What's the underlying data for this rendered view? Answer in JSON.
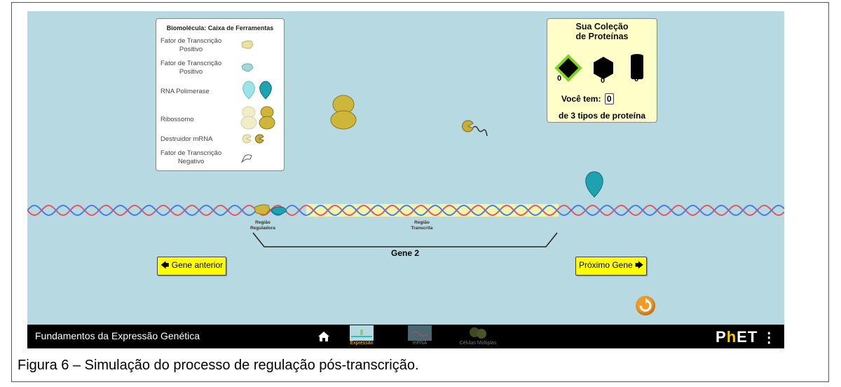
{
  "toolbox": {
    "title": "Biomolécula: Caixa de Ferramentas",
    "items": [
      {
        "label": "Fator de Transcrição\nPositivo"
      },
      {
        "label": "Fator de Transcrição\nPositivo"
      },
      {
        "label": "RNA Polimerase"
      },
      {
        "label": "Ribossomo"
      },
      {
        "label": "Destruidor mRNA"
      },
      {
        "label": "Fator de Transcrição\nNegativo"
      }
    ]
  },
  "collection": {
    "title": "Sua Coleção\nde Proteínas",
    "counts": [
      "0",
      "0",
      "0"
    ],
    "you_have_label": "Você tem:",
    "you_have_value": "0",
    "of_types": "de 3 tipos de proteína"
  },
  "dna": {
    "regulatory_region": "Região\nReguladora",
    "transcribed_region": "Região\nTranscrita",
    "gene_label": "Gene 2"
  },
  "buttons": {
    "previous_gene": "Gene anterior",
    "next_gene": "Próximo Gene"
  },
  "navbar": {
    "title": "Fundamentos da Expressão Genética",
    "tabs": [
      {
        "label": "Expressão",
        "active": true
      },
      {
        "label": "mRNA",
        "active": false
      },
      {
        "label": "Células Múltiplas",
        "active": false
      }
    ],
    "brand": "PhET"
  },
  "caption": "Figura 6 – Simulação do processo de regulação pós-transcrição.",
  "colors": {
    "background": "#b6d9e2",
    "collection_bg": "#fffdc8",
    "button_yellow": "#ffff00",
    "reset_orange": "#f19a27",
    "navbar_bg": "#000000",
    "active_tab": "#ffcc00"
  }
}
